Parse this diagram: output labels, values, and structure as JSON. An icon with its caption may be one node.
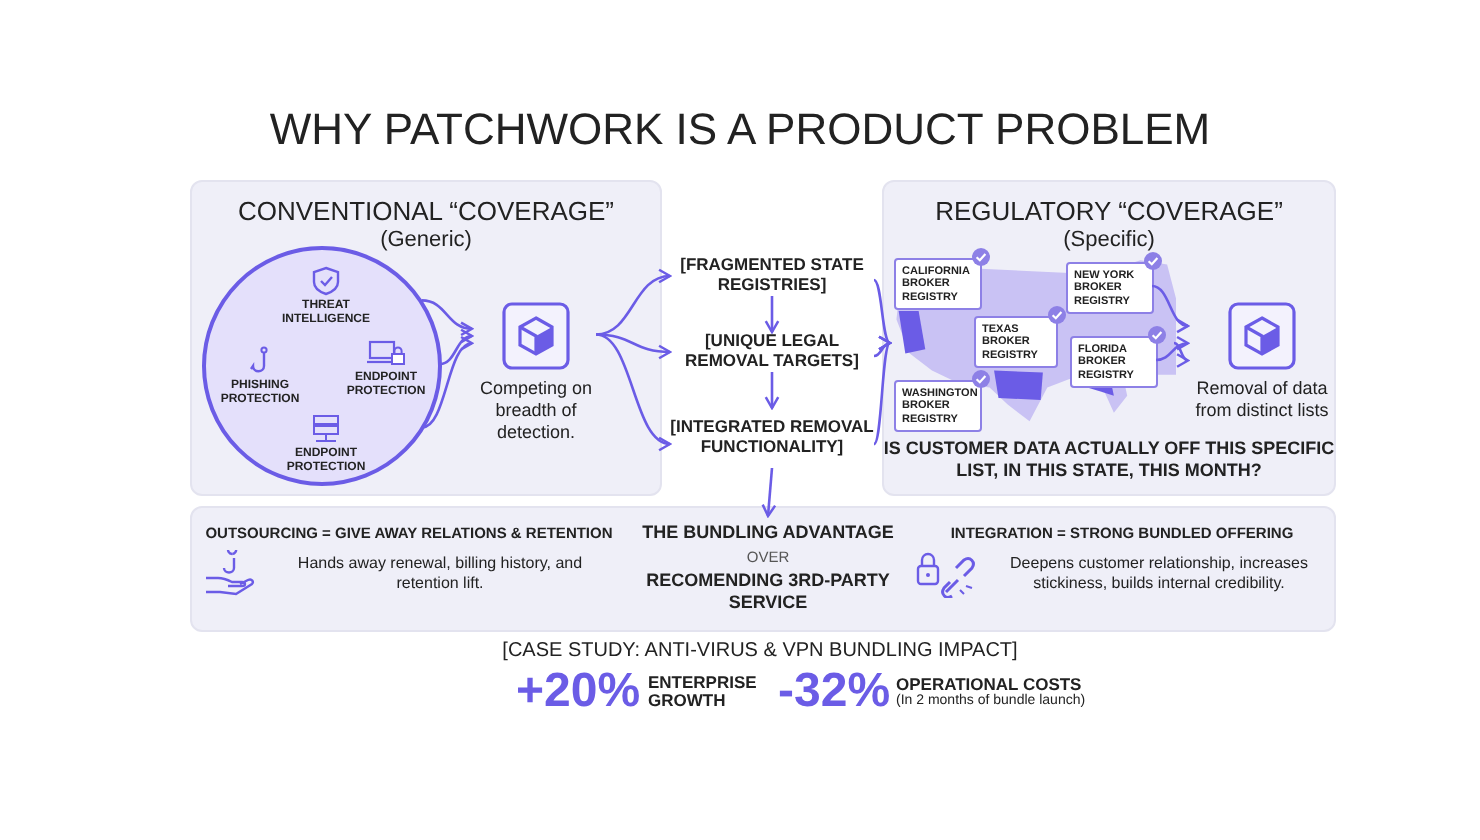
{
  "diagram": {
    "title": "WHY PATCHWORK IS A PRODUCT PROBLEM",
    "nodes": [
      {
        "text": [
          "CONVENTIONAL “COVERAGE”",
          "(Generic)"
        ]
      },
      {
        "text": [],
        "shape": "circle",
        "in": 0
      },
      {
        "text": [
          "THREAT INTELLIGENCE"
        ],
        "in": 1
      },
      {
        "text": [
          "PHISHING PROTECTION"
        ],
        "in": 1
      },
      {
        "text": [
          "ENDPOINT PROTECTION"
        ],
        "in": 1
      },
      {
        "text": [
          "ENDPOINT PROTECTION"
        ],
        "in": 1
      },
      {
        "text": [],
        "shape": "box",
        "in": 0,
        "beside": [
          "Competing on breadth of detection."
        ]
      },
      {
        "text": [
          "[FRAGMENTED STATE REGISTRIES]"
        ]
      },
      {
        "text": [
          "[UNIQUE LEGAL REMOVAL TARGETS]"
        ]
      },
      {
        "text": [
          "[INTEGRATED REMOVAL FUNCTIONALITY]"
        ]
      },
      {
        "text": [
          "REGULATORY “COVERAGE”",
          "(Specific)"
        ]
      },
      {
        "text": [],
        "shape": "picture",
        "in": 10
      },
      {
        "text": [
          "CALIFORNIA BROKER REGISTRY"
        ],
        "in": 11
      },
      {
        "text": [
          "NEW YORK BROKER REGISTRY"
        ],
        "in": 11
      },
      {
        "text": [
          "TEXAS BROKER REGISTRY"
        ],
        "in": 11
      },
      {
        "text": [
          "FLORIDA BROKER REGISTRY"
        ],
        "in": 11
      },
      {
        "text": [
          "WASHINGTON BROKER REGISTRY"
        ],
        "in": 11
      },
      {
        "text": [],
        "shape": "box",
        "in": 10,
        "beside": [
          "Removal of data from distinct lists"
        ]
      },
      {
        "text": [
          "THE BUNDLING ADVANTAGE",
          "OVER",
          "RECOMENDING 3RD-PARTY SERVICE"
        ]
      },
      {
        "text": [
          "OUTSOURCING = GIVE AWAY RELATIONS & RETENTION",
          "Hands away renewal, billing history, and retention lift."
        ]
      },
      {
        "text": [
          "INTEGRATION = STRONG BUNDLED OFFERING",
          "Deepens customer relationship, increases stickiness, builds internal credibility."
        ]
      }
    ],
    "edges": [
      {
        "from": 1,
        "to": 6,
        "arrow": "to"
      },
      {
        "from": 1,
        "to": 6,
        "arrow": "to"
      },
      {
        "from": 1,
        "to": 6,
        "arrow": "to"
      },
      {
        "from": 6,
        "to": 7,
        "arrow": "to"
      },
      {
        "from": 6,
        "to": 8,
        "arrow": "to"
      },
      {
        "from": 6,
        "to": 9,
        "arrow": "to"
      },
      {
        "from": 7,
        "to": 8,
        "arrow": "to"
      },
      {
        "from": 8,
        "to": 9,
        "arrow": "to"
      },
      {
        "from": 7,
        "to": 11,
        "arrow": "to"
      },
      {
        "from": 8,
        "to": 11,
        "arrow": "to"
      },
      {
        "from": 9,
        "to": 11,
        "arrow": "to"
      },
      {
        "from": 13,
        "to": 17,
        "arrow": "to"
      },
      {
        "from": 15,
        "to": 17,
        "arrow": "to"
      },
      {
        "from": 11,
        "to": 17,
        "arrow": "to"
      },
      {
        "from": 9,
        "to": 18,
        "arrow": "to"
      }
    ],
    "labels": [
      "IS CUSTOMER DATA ACTUALLY OFF THIS SPECIFIC LIST, IN THIS STATE, THIS MONTH?",
      "[CASE STUDY: ANTI-VIRUS & VPN BUNDLING IMPACT]",
      "+20%",
      "ENTERPRISE GROWTH",
      "-32%",
      "OPERATIONAL COSTS",
      "(In 2 months of bundle launch)"
    ]
  }
}
